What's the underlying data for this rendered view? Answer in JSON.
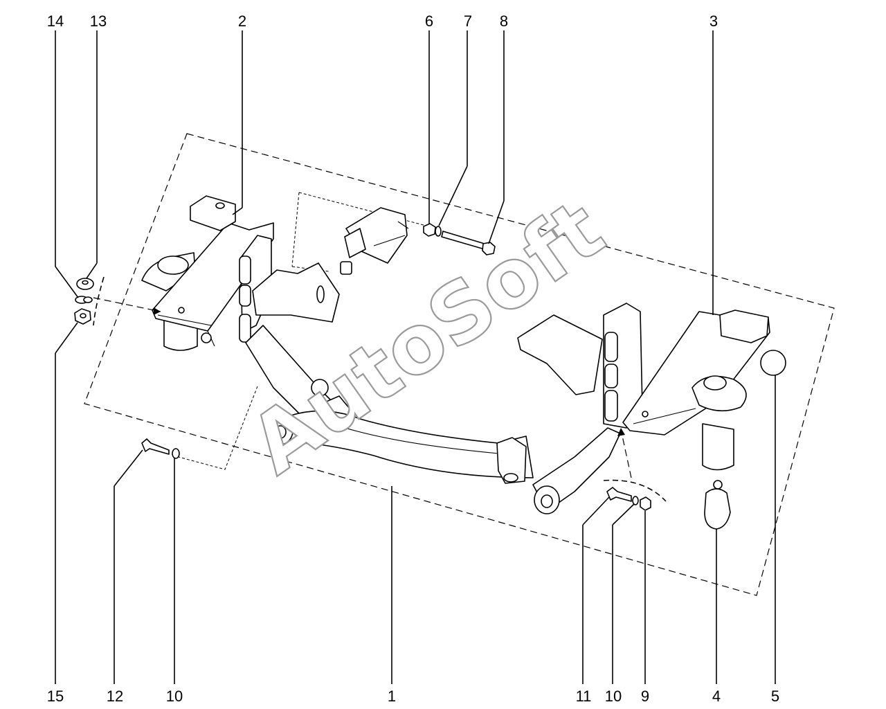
{
  "watermark": "AutoSoft",
  "callouts": {
    "c14": "14",
    "c13": "13",
    "c2": "2",
    "c6": "6",
    "c7": "7",
    "c8": "8",
    "c3": "3",
    "c15": "15",
    "c12": "12",
    "c10a": "10",
    "c1": "1",
    "c11": "11",
    "c10b": "10",
    "c9": "9",
    "c4": "4",
    "c5": "5"
  }
}
